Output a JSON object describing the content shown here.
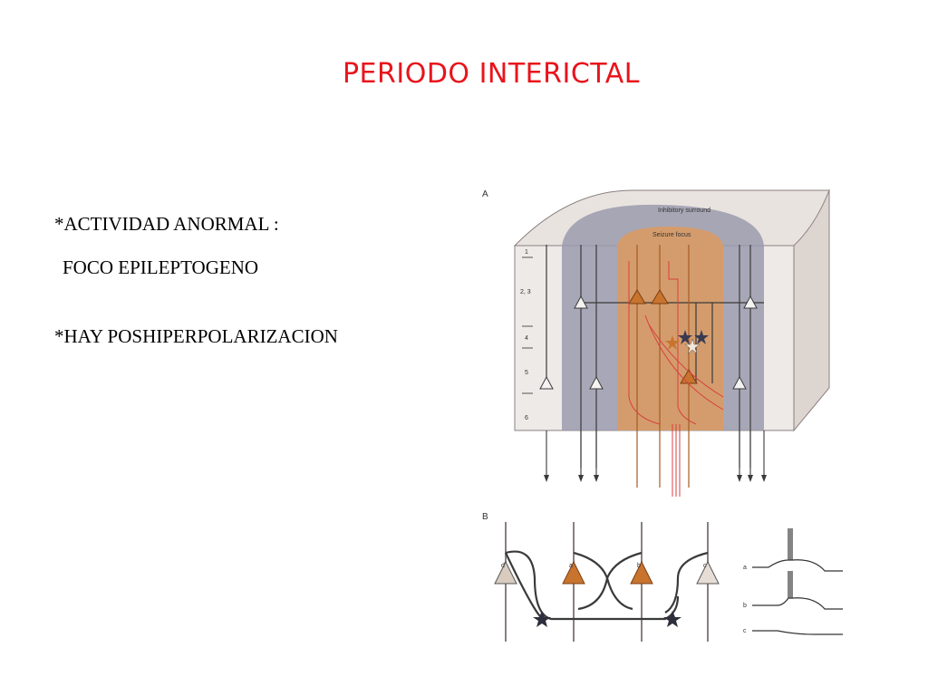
{
  "slide": {
    "title": "PERIODO INTERICTAL",
    "bullets": [
      "*ACTIVIDAD ANORMAL :",
      "FOCO EPILEPTOGENO",
      "*HAY POSHIPERPOLARIZACION"
    ]
  },
  "figure": {
    "panel_a": {
      "label": "A",
      "region_labels": [
        "Inhibitory surround",
        "Seizure focus"
      ],
      "layer_labels": [
        "1",
        "2, 3",
        "4",
        "5",
        "6"
      ]
    },
    "panel_b": {
      "label": "B",
      "neuron_labels": [
        "d",
        "a",
        "b",
        "c"
      ],
      "trace_labels": [
        "a",
        "b",
        "c"
      ]
    },
    "colors": {
      "title": "#e8141c",
      "seizure_focus": "#d4986a",
      "inhibitory_surround": "#9a9aae",
      "block_top": "#e6e0dc",
      "excitatory_red": "#d84040"
    }
  }
}
